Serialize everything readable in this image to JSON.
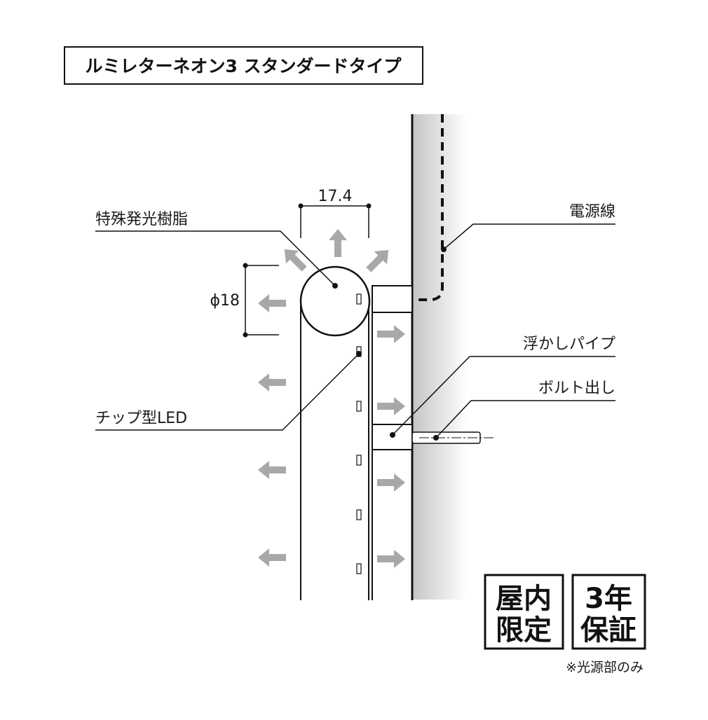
{
  "title": "ルミレターネオン3 スタンダードタイプ",
  "dimensions": {
    "width": "17.4",
    "diameter": "ϕ18"
  },
  "labels": {
    "resin": "特殊発光樹脂",
    "power_cable": "電源線",
    "float_pipe": "浮かしパイプ",
    "bolt": "ボルト出し",
    "led": "チップ型LED"
  },
  "badges": {
    "indoor_line1": "屋内",
    "indoor_line2": "限定",
    "warranty_line1": "3年",
    "warranty_line2": "保証"
  },
  "note": "※光源部のみ"
}
